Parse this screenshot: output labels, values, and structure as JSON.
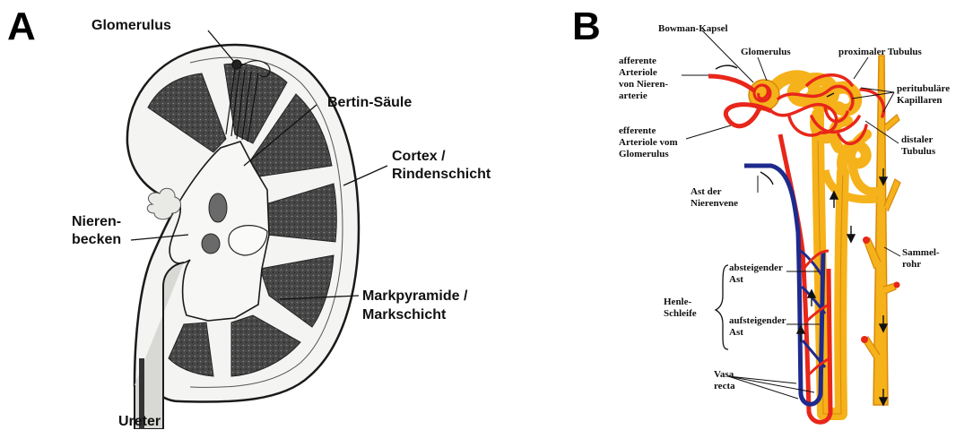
{
  "colors": {
    "background": "#ffffff",
    "artery": "#e8261a",
    "vein": "#1e2a8c",
    "tubule": "#f5b21a",
    "tubule_edge": "#d8890c",
    "medulla": "#3c3c3c",
    "cortex": "#f4f4f2"
  },
  "panel_a": {
    "letter": "A",
    "labels": {
      "glomerulus": "Glomerulus",
      "bertin": "Bertin-Säule",
      "cortex_1": "Cortex /",
      "cortex_2": "Rindenschicht",
      "nierenbecken_1": "Nieren-",
      "nierenbecken_2": "becken",
      "markpyramide_1": "Markpyramide /",
      "markpyramide_2": "Markschicht",
      "ureter": "Ureter"
    }
  },
  "panel_b": {
    "letter": "B",
    "labels": {
      "bowman": "Bowman-Kapsel",
      "glomerulus": "Glomerulus",
      "proximal": "proximaler Tubulus",
      "afferent_1": "afferente",
      "afferent_2": "Arteriole",
      "afferent_3": "von Nieren-",
      "afferent_4": "arterie",
      "peritubular_1": "peritubuläre",
      "peritubular_2": "Kapillaren",
      "efferent_1": "efferente",
      "efferent_2": "Arteriole vom",
      "efferent_3": "Glomerulus",
      "distal_1": "distaler",
      "distal_2": "Tubulus",
      "vein_1": "Ast der",
      "vein_2": "Nierenvene",
      "sammel_1": "Sammel-",
      "sammel_2": "rohr",
      "henle_1": "Henle-",
      "henle_2": "Schleife",
      "desc_1": "absteigender",
      "desc_2": "Ast",
      "asc_1": "aufsteigender",
      "asc_2": "Ast",
      "vasa_1": "Vasa",
      "vasa_2": "recta"
    }
  }
}
